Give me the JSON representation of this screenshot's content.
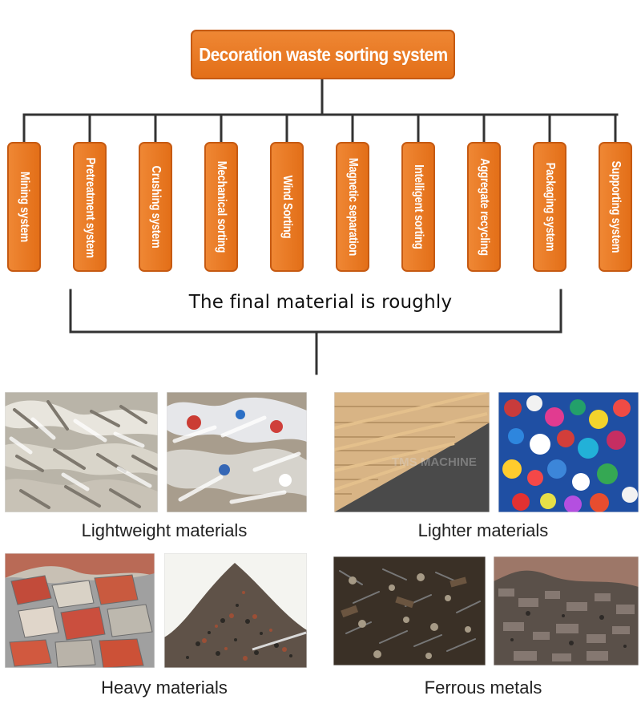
{
  "root": {
    "label": "Decoration waste sorting system"
  },
  "systems": [
    {
      "label": "Mining system"
    },
    {
      "label": "Pretreatment system"
    },
    {
      "label": "Crushing system"
    },
    {
      "label": "Mechanical sorting"
    },
    {
      "label": "Wind Sorting"
    },
    {
      "label": "Magnetic separation"
    },
    {
      "label": "Intelligent sorting"
    },
    {
      "label": "Aggregate recycling"
    },
    {
      "label": "Packaging system"
    },
    {
      "label": "Supporting system"
    }
  ],
  "summary": {
    "label": "The final material is roughly"
  },
  "materials": [
    {
      "label": "Lightweight materials",
      "photos": [
        "shredded-light-waste-photo",
        "plastic-film-waste-photo"
      ]
    },
    {
      "label": "Lighter materials",
      "photos": [
        "board-sheets-photo",
        "plastic-caps-photo"
      ]
    },
    {
      "label": "Heavy materials",
      "photos": [
        "brick-concrete-rubble-photo",
        "gravel-pile-photo"
      ]
    },
    {
      "label": "Ferrous metals",
      "photos": [
        "metal-scrap-photo",
        "compressed-metal-scrap-photo"
      ]
    }
  ],
  "colors": {
    "node_fill": "#e87a24",
    "node_border": "#c65a12",
    "node_text": "#ffffff",
    "line": "#333333"
  }
}
